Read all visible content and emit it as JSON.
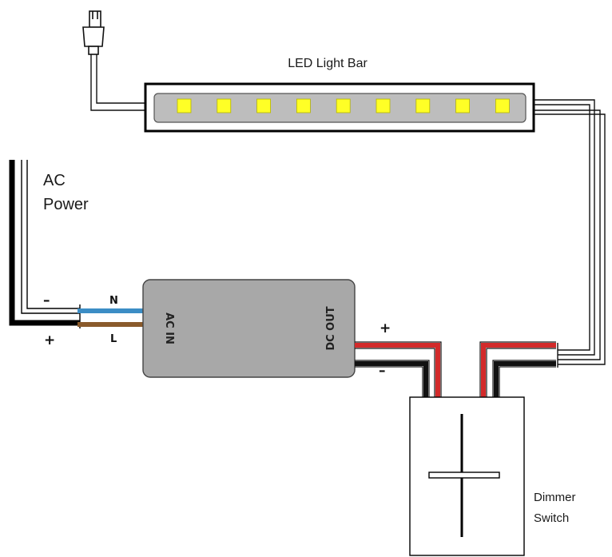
{
  "labels": {
    "led_light_bar": "LED Light Bar",
    "ac_power_line1": "AC",
    "ac_power_line2": "Power",
    "dimmer_line1": "Dimmer",
    "dimmer_line2": "Switch",
    "ac_in": "AC IN",
    "dc_out": "DC OUT",
    "n": "N",
    "l": "L",
    "ac_minus": "–",
    "ac_plus": "+",
    "dc_plus": "+",
    "dc_minus": "–"
  },
  "led_count": 9,
  "colors": {
    "led": "#ffff26",
    "bar_fill": "#bdbdbd",
    "driver_fill": "#a8a8a8",
    "red_wire": "#d22a2a",
    "black_wire": "#111111",
    "neutral_wire": "#3c8dc5",
    "line_wire": "#8a5a2b"
  }
}
